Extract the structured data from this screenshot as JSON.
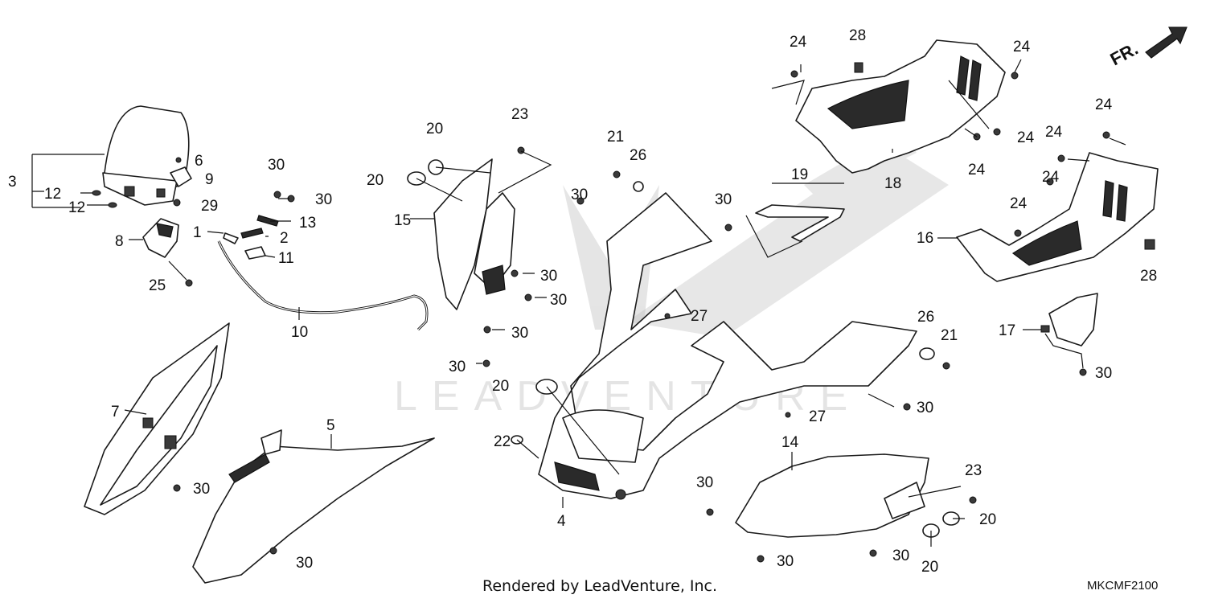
{
  "footer": {
    "rendered_by": "Rendered by LeadVenture, Inc.",
    "diagram_code": "MKCMF2100"
  },
  "front_indicator": "FR.",
  "callouts": {
    "c3": "3",
    "c12a": "12",
    "c12b": "12",
    "c6": "6",
    "c9": "9",
    "c29": "29",
    "c8": "8",
    "c25": "25",
    "c1": "1",
    "c2": "2",
    "c13": "13",
    "c11": "11",
    "c30a": "30",
    "c30b": "30",
    "c10": "10",
    "c7": "7",
    "c30c": "30",
    "c5": "5",
    "c30d": "30",
    "c20a": "20",
    "c20b": "20",
    "c23a": "23",
    "c15": "15",
    "c30e": "30",
    "c30f": "30",
    "c30g": "30",
    "c30h": "30",
    "c20c": "20",
    "c22": "22",
    "c4": "4",
    "c21a": "21",
    "c26a": "26",
    "c30i": "30",
    "c27a": "27",
    "c30j": "30",
    "c19": "19",
    "c24a": "24",
    "c28a": "28",
    "c18": "18",
    "c24b": "24",
    "c24c": "24",
    "c24d": "24",
    "c24e": "24",
    "c24f": "24",
    "c24g": "24",
    "c24h": "24",
    "c16": "16",
    "c28b": "28",
    "c17": "17",
    "c30k": "30",
    "c26b": "26",
    "c21b": "21",
    "c30l": "30",
    "c27b": "27",
    "c14": "14",
    "c30m": "30",
    "c30n": "30",
    "c30o": "30",
    "c23b": "23",
    "c20d": "20",
    "c20e": "20"
  }
}
